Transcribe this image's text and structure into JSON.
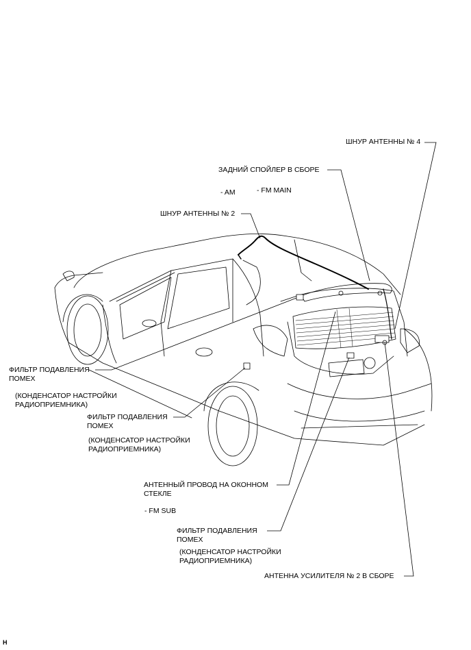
{
  "labels": {
    "antenna_cord_4": "ШНУР АНТЕННЫ № 4",
    "rear_spoiler": "ЗАДНИЙ СПОЙЛЕР В СБОРЕ",
    "am": "- AM",
    "fm_main": "- FM MAIN",
    "antenna_cord_2": "ШНУР АНТЕННЫ № 2",
    "filter_1": {
      "line1": "ФИЛЬТР ПОДАВЛЕНИЯ",
      "line2": "ПОМЕХ"
    },
    "capacitor_1": {
      "line1": "(КОНДЕНСАТОР НАСТРОЙКИ",
      "line2": "РАДИОПРИЕМНИКА)"
    },
    "filter_2": {
      "line1": "ФИЛЬТР ПОДАВЛЕНИЯ",
      "line2": "ПОМЕХ"
    },
    "capacitor_2": {
      "line1": "(КОНДЕНСАТОР НАСТРОЙКИ",
      "line2": "РАДИОПРИЕМНИКА)"
    },
    "glass_antenna": {
      "line1": "АНТЕННЫЙ ПРОВОД НА ОКОННОМ",
      "line2": "СТЕКЛЕ"
    },
    "fm_sub": "- FM SUB",
    "filter_3": {
      "line1": "ФИЛЬТР ПОДАВЛЕНИЯ",
      "line2": "ПОМЕХ"
    },
    "capacitor_3": {
      "line1": "(КОНДЕНСАТОР НАСТРОЙКИ",
      "line2": "РАДИОПРИЕМНИКА)"
    },
    "amplifier_antenna": "АНТЕННА УСИЛИТЕЛЯ № 2 В СБОРЕ"
  },
  "corner_code": "H"
}
